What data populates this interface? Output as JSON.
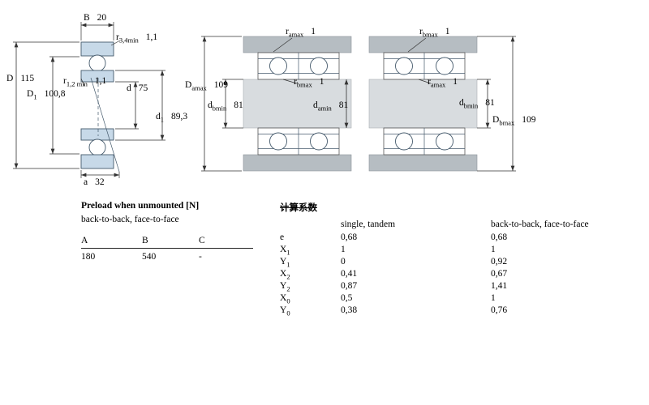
{
  "diagrams": {
    "left": {
      "dims": [
        {
          "base": "B",
          "sub": "",
          "value": "20"
        },
        {
          "base": "r",
          "sub": "3,4min",
          "value": "1,1"
        },
        {
          "base": "D",
          "sub": "",
          "value": "115"
        },
        {
          "base": "r",
          "sub": "1,2 min",
          "value": "1,1"
        },
        {
          "base": "D",
          "sub": "1",
          "value": "100,8"
        },
        {
          "base": "d",
          "sub": "",
          "value": "75"
        },
        {
          "base": "d",
          "sub": "1",
          "value": "89,3"
        },
        {
          "base": "a",
          "sub": "",
          "value": "32"
        }
      ]
    },
    "middle": {
      "dims": [
        {
          "base": "r",
          "sub": "amax",
          "value": "1"
        },
        {
          "base": "D",
          "sub": "amax",
          "value": "109"
        },
        {
          "base": "r",
          "sub": "bmax",
          "value": "1"
        },
        {
          "base": "d",
          "sub": "bmin",
          "value": "81"
        },
        {
          "base": "d",
          "sub": "amin",
          "value": "81"
        }
      ]
    },
    "right": {
      "dims": [
        {
          "base": "r",
          "sub": "bmax",
          "value": "1"
        },
        {
          "base": "r",
          "sub": "amax",
          "value": "1"
        },
        {
          "base": "d",
          "sub": "bmin",
          "value": "81"
        },
        {
          "base": "D",
          "sub": "bmax",
          "value": "109"
        }
      ]
    }
  },
  "preload_table": {
    "title": "Preload when unmounted [N]",
    "subtitle": "back-to-back, face-to-face",
    "columns": [
      "A",
      "B",
      "C"
    ],
    "values": [
      "180",
      "540",
      "-"
    ]
  },
  "factors_table": {
    "title": "计算系数",
    "col1_header": "single, tandem",
    "col2_header": "back-to-back, face-to-face",
    "rows": [
      {
        "base": "e",
        "sub": "",
        "v1": "0,68",
        "v2": "0,68"
      },
      {
        "base": "X",
        "sub": "1",
        "v1": "1",
        "v2": "1"
      },
      {
        "base": "Y",
        "sub": "1",
        "v1": "0",
        "v2": "0,92"
      },
      {
        "base": "X",
        "sub": "2",
        "v1": "0,41",
        "v2": "0,67"
      },
      {
        "base": "Y",
        "sub": "2",
        "v1": "0,87",
        "v2": "1,41"
      },
      {
        "base": "X",
        "sub": "0",
        "v1": "0,5",
        "v2": "1"
      },
      {
        "base": "Y",
        "sub": "0",
        "v1": "0,38",
        "v2": "0,76"
      }
    ]
  },
  "colors": {
    "bearing_fill": "#c7d9e8",
    "housing_gray": "#b6bdc2",
    "shaft_gray": "#d8dcdf",
    "line": "#333333"
  }
}
